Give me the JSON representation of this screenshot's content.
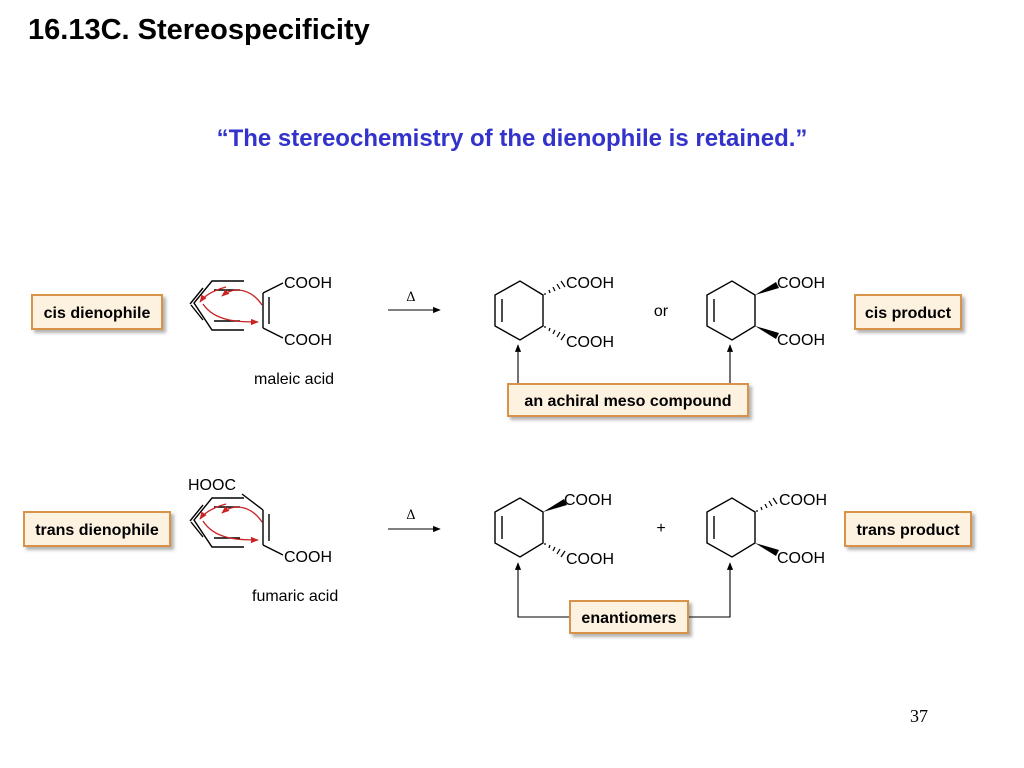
{
  "slide": {
    "title": "16.13C. Stereospecificity",
    "quote": "“The stereochemistry of the dienophile is retained.”",
    "page_number": "37"
  },
  "cis_reaction": {
    "reactant_label": "cis dienophile",
    "group_top": "COOH",
    "group_bottom": "COOH",
    "name": "maleic acid",
    "condition": "Δ",
    "product1_top": "COOH",
    "product1_bottom": "COOH",
    "connector": "or",
    "product2_top": "COOH",
    "product2_bottom": "COOH",
    "product_label": "cis product",
    "note": "an achiral meso compound"
  },
  "trans_reaction": {
    "reactant_label": "trans dienophile",
    "group_top": "HOOC",
    "group_bottom": "COOH",
    "name": "fumaric acid",
    "condition": "Δ",
    "product1_top": "COOH",
    "product1_bottom": "COOH",
    "connector": "+",
    "product2_top": "COOH",
    "product2_bottom": "COOH",
    "product_label": "trans product",
    "note": "enantiomers"
  }
}
